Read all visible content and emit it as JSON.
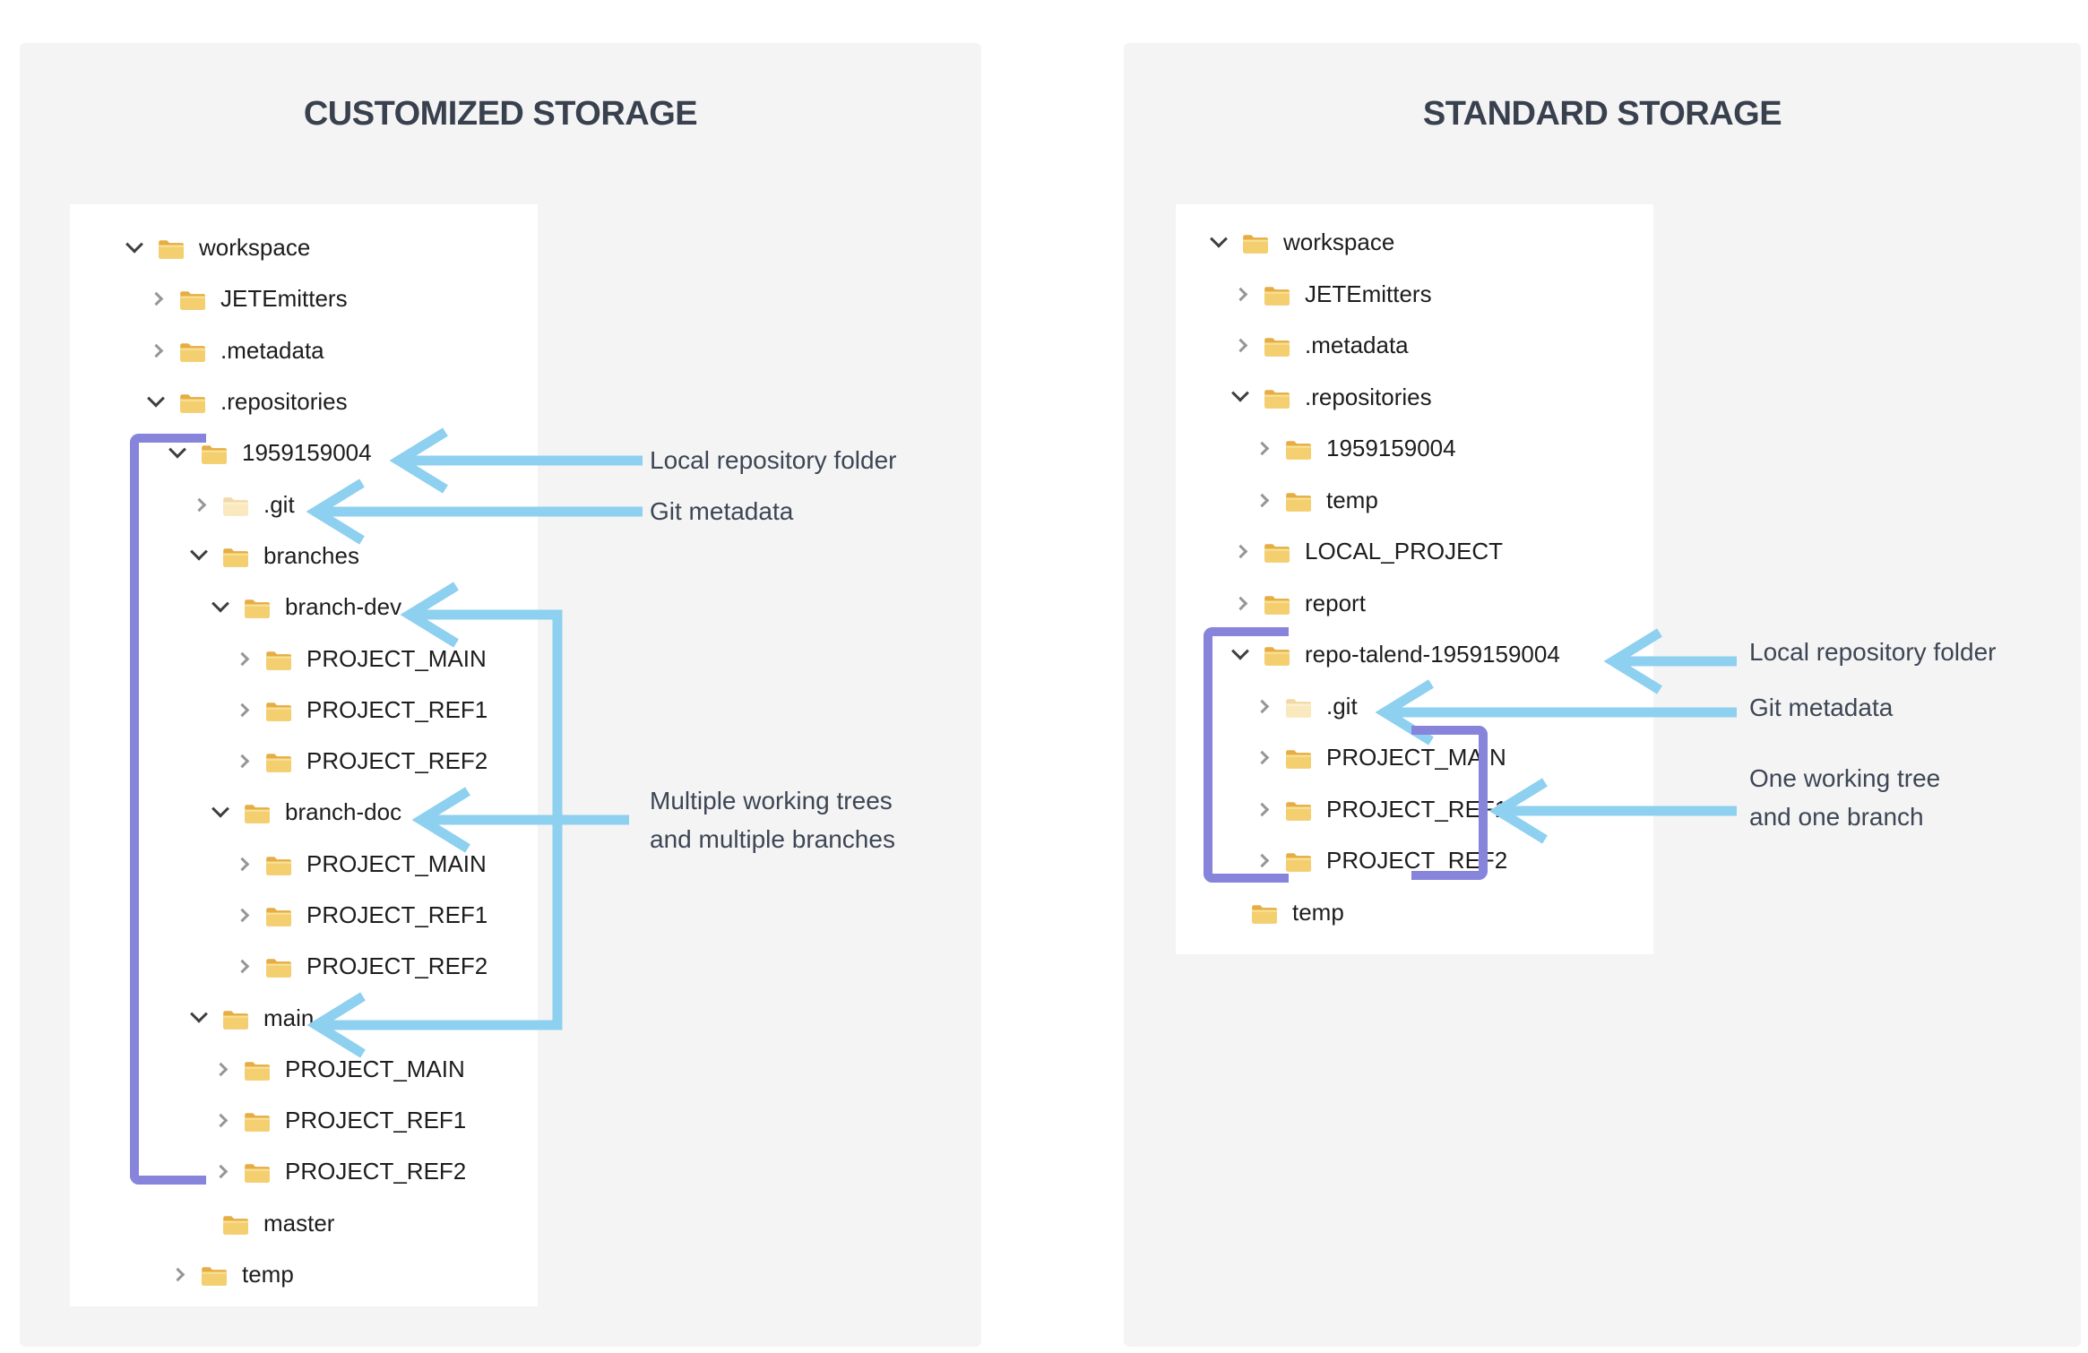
{
  "colors": {
    "arrow_blue": "#8ed0ef",
    "bracket_purple": "#8784dc",
    "card_bg": "#f4f4f5",
    "panel_bg": "#ffffff",
    "title_text": "#39414e",
    "tree_text": "#1d1d1f",
    "annotation_text": "#3d4654",
    "folder_back": "#e5ad43",
    "folder_front": "#f4cf70",
    "folder_highlight": "#f9e196",
    "chevron_expanded": "#3f3f3f",
    "chevron_collapsed": "#969696"
  },
  "left_card": {
    "title": "CUSTOMIZED STORAGE",
    "tree": [
      {
        "label": "workspace",
        "level": 0,
        "chevron": "expanded"
      },
      {
        "label": "JETEmitters",
        "level": 1,
        "chevron": "collapsed"
      },
      {
        "label": ".metadata",
        "level": 1,
        "chevron": "collapsed"
      },
      {
        "label": ".repositories",
        "level": 1,
        "chevron": "expanded"
      },
      {
        "label": "1959159004",
        "level": 2,
        "chevron": "expanded"
      },
      {
        "label": ".git",
        "level": 3,
        "chevron": "collapsed",
        "faded": true
      },
      {
        "label": "branches",
        "level": 3,
        "chevron": "expanded"
      },
      {
        "label": "branch-dev",
        "level": 4,
        "chevron": "expanded"
      },
      {
        "label": "PROJECT_MAIN",
        "level": 5,
        "chevron": "collapsed"
      },
      {
        "label": "PROJECT_REF1",
        "level": 5,
        "chevron": "collapsed"
      },
      {
        "label": "PROJECT_REF2",
        "level": 5,
        "chevron": "collapsed"
      },
      {
        "label": "branch-doc",
        "level": 4,
        "chevron": "expanded"
      },
      {
        "label": "PROJECT_MAIN",
        "level": 5,
        "chevron": "collapsed"
      },
      {
        "label": "PROJECT_REF1",
        "level": 5,
        "chevron": "collapsed"
      },
      {
        "label": "PROJECT_REF2",
        "level": 5,
        "chevron": "collapsed"
      },
      {
        "label": "main",
        "level": 3,
        "chevron": "expanded"
      },
      {
        "label": "PROJECT_MAIN",
        "level": 4,
        "chevron": "collapsed"
      },
      {
        "label": "PROJECT_REF1",
        "level": 4,
        "chevron": "collapsed"
      },
      {
        "label": "PROJECT_REF2",
        "level": 4,
        "chevron": "collapsed"
      },
      {
        "label": "master",
        "level": 3,
        "chevron": "none"
      },
      {
        "label": "temp",
        "level": 2,
        "chevron": "collapsed"
      }
    ],
    "annotations": {
      "local_repo": "Local repository folder",
      "git_metadata": "Git metadata",
      "multiple": [
        "Multiple working trees",
        "and multiple branches"
      ]
    }
  },
  "right_card": {
    "title": "STANDARD STORAGE",
    "tree": [
      {
        "label": "workspace",
        "level": 0,
        "chevron": "expanded"
      },
      {
        "label": "JETEmitters",
        "level": 1,
        "chevron": "collapsed"
      },
      {
        "label": ".metadata",
        "level": 1,
        "chevron": "collapsed"
      },
      {
        "label": ".repositories",
        "level": 1,
        "chevron": "expanded"
      },
      {
        "label": "1959159004",
        "level": 2,
        "chevron": "collapsed"
      },
      {
        "label": "temp",
        "level": 2,
        "chevron": "collapsed"
      },
      {
        "label": "LOCAL_PROJECT",
        "level": 1,
        "chevron": "collapsed"
      },
      {
        "label": "report",
        "level": 1,
        "chevron": "collapsed"
      },
      {
        "label": "repo-talend-1959159004",
        "level": 1,
        "chevron": "expanded"
      },
      {
        "label": ".git",
        "level": 2,
        "chevron": "collapsed",
        "faded": true
      },
      {
        "label": "PROJECT_MAIN",
        "level": 2,
        "chevron": "collapsed"
      },
      {
        "label": "PROJECT_REF1",
        "level": 2,
        "chevron": "collapsed"
      },
      {
        "label": "PROJECT_REF2",
        "level": 2,
        "chevron": "collapsed"
      },
      {
        "label": "temp",
        "level": 2,
        "chevron": "none",
        "noSlot": true
      }
    ],
    "annotations": {
      "local_repo": "Local repository folder",
      "git_metadata": "Git metadata",
      "one": [
        "One working tree",
        "and one branch"
      ]
    }
  }
}
